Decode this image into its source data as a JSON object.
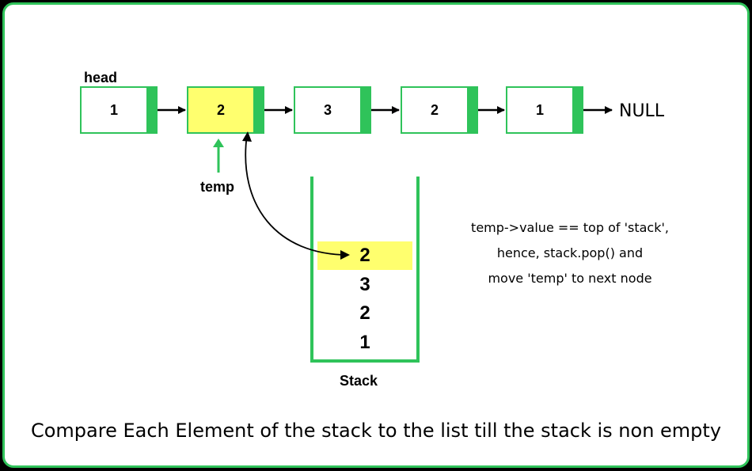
{
  "labels": {
    "head": "head",
    "temp": "temp",
    "null": "NULL",
    "stack": "Stack"
  },
  "nodes": [
    {
      "value": "1",
      "highlight": false
    },
    {
      "value": "2",
      "highlight": true
    },
    {
      "value": "3",
      "highlight": false
    },
    {
      "value": "2",
      "highlight": false
    },
    {
      "value": "1",
      "highlight": false
    }
  ],
  "stack_items": [
    {
      "value": "2",
      "highlight": true
    },
    {
      "value": "3",
      "highlight": false
    },
    {
      "value": "2",
      "highlight": false
    },
    {
      "value": "1",
      "highlight": false
    }
  ],
  "note_lines": [
    "temp->value == top of 'stack',",
    "hence, stack.pop() and",
    "move 'temp' to next node"
  ],
  "caption": "Compare Each Element of the stack to the list till the stack is non empty",
  "colors": {
    "green": "#2fc35a",
    "highlight": "#ffff6e",
    "background": "#ffffff",
    "border": "#000000"
  }
}
